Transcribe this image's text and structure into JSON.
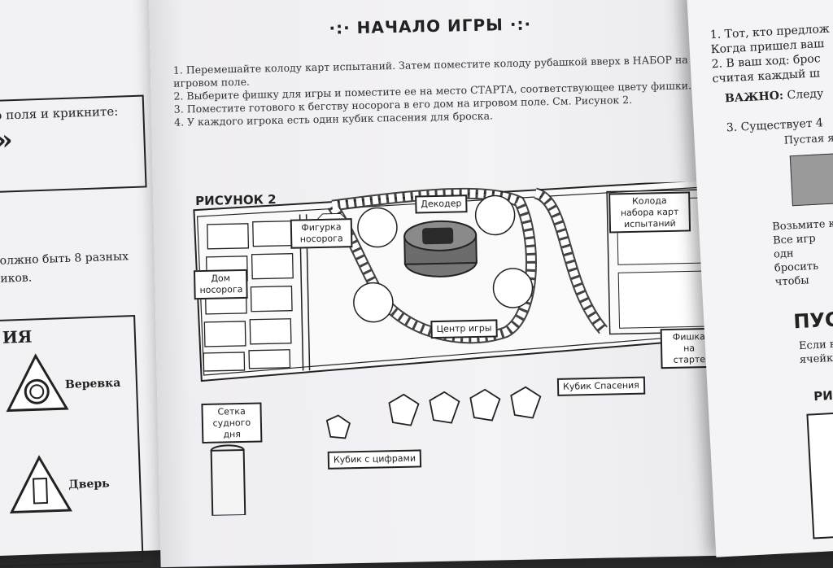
{
  "center": {
    "heading": "НАЧАЛО ИГРЫ",
    "steps": [
      "1. Перемешайте колоду карт испытаний. Затем поместите колоду рубашкой вверх в НАБОР на игровом поле.",
      "2. Выберите фишку для игры и поместите ее на место СТАРТА, соответствующее цвету фишки.",
      "3. Поместите готового к бегству носорога в его дом на игровом поле. См. Рисунок 2.",
      "4. У каждого игрока есть один кубик спасения для броска."
    ],
    "figure_title": "РИСУНОК 2",
    "labels": {
      "rhino_home": "Дом носорога",
      "rhino_figure": "Фигурка носорога",
      "decoder": "Декодер",
      "deck": "Колода набора карт испытаний",
      "center": "Центр игры",
      "token_start": "Фишка на старте",
      "doom_grid": "Сетка судного дня",
      "rescue_die": "Кубик Спасения",
      "number_die": "Кубик с цифрами"
    }
  },
  "left": {
    "box_text": "о поля и крикните:",
    "box_mark": "»",
    "para1": "олжно быть 8 разных",
    "para2": "иков.",
    "section": "ИЯ",
    "item1": "Веревка",
    "item2": "Дверь"
  },
  "right": {
    "lines": [
      "1. Тот, кто предлож",
      "Когда пришел ваш",
      "2. В ваш ход: брос",
      "считая каждый ш"
    ],
    "important": "ВАЖНО:",
    "important_rest": "Следу",
    "item3": "3. Существует 4",
    "empty": "Пустая я",
    "p1": [
      "Возьмите ка",
      "Все игр",
      "одн",
      "бросить",
      "чтобы"
    ],
    "big": "ПУСТ",
    "p2": [
      "Если в",
      "ячейк"
    ],
    "fig": "РИС"
  }
}
